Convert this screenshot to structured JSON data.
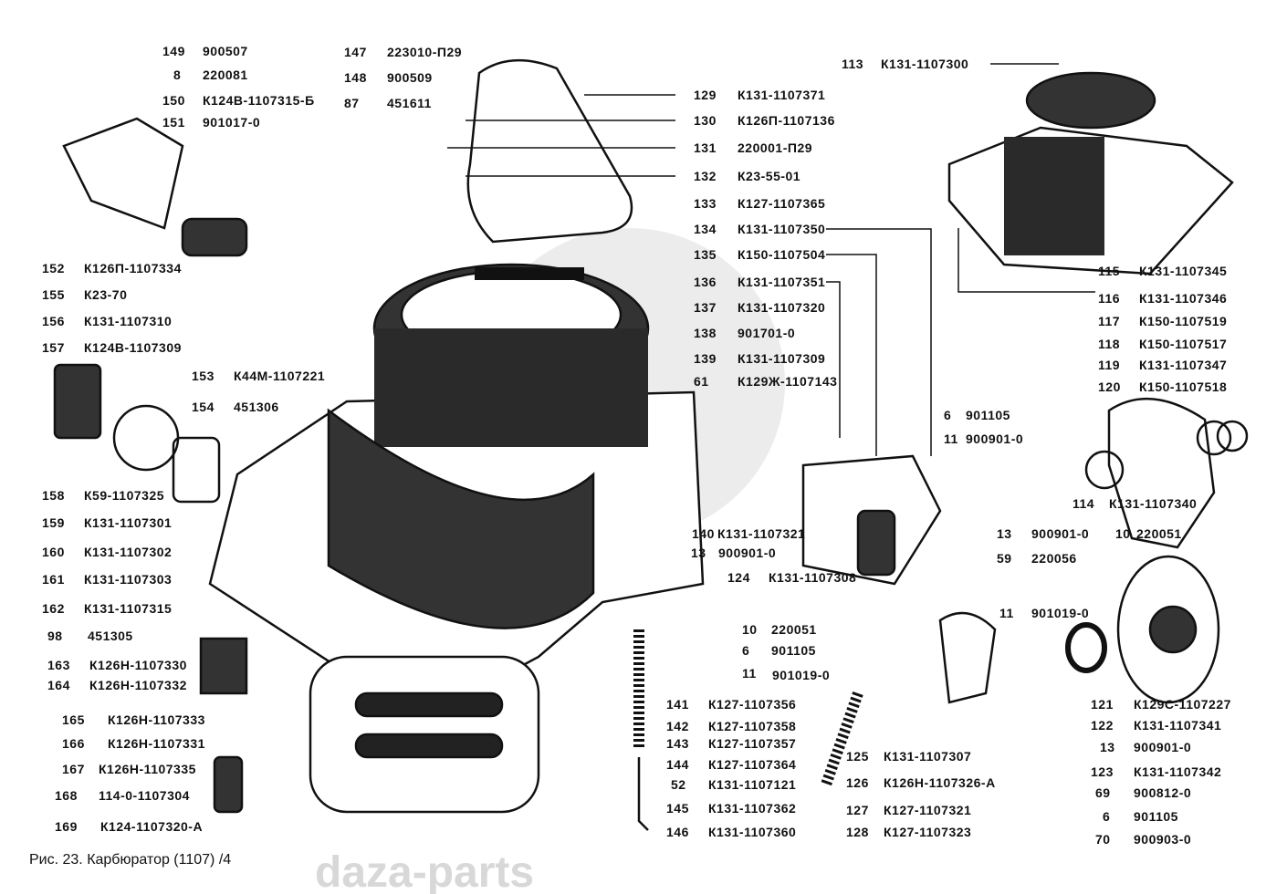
{
  "caption": "Рис. 23. Карбюратор (1107) /4",
  "labels": [
    {
      "num": "149",
      "code": "900507"
    },
    {
      "num": "8",
      "code": "220081"
    },
    {
      "num": "150",
      "code": "К124В-1107315-Б"
    },
    {
      "num": "151",
      "code": "901017-0"
    },
    {
      "num": "152",
      "code": "К126П-1107334"
    },
    {
      "num": "155",
      "code": "К23-70"
    },
    {
      "num": "156",
      "code": "К131-1107310"
    },
    {
      "num": "157",
      "code": "К124В-1107309"
    },
    {
      "num": "153",
      "code": "К44М-1107221"
    },
    {
      "num": "154",
      "code": "451306"
    },
    {
      "num": "158",
      "code": "К59-1107325"
    },
    {
      "num": "159",
      "code": "К131-1107301"
    },
    {
      "num": "160",
      "code": "К131-1107302"
    },
    {
      "num": "161",
      "code": "К131-1107303"
    },
    {
      "num": "162",
      "code": "К131-1107315"
    },
    {
      "num": "98",
      "code": "451305"
    },
    {
      "num": "163",
      "code": "К126Н-1107330"
    },
    {
      "num": "164",
      "code": "К126Н-1107332"
    },
    {
      "num": "165",
      "code": "К126Н-1107333"
    },
    {
      "num": "166",
      "code": "К126Н-1107331"
    },
    {
      "num": "167",
      "code": "К126Н-1107335"
    },
    {
      "num": "168",
      "code": "114-0-1107304"
    },
    {
      "num": "169",
      "code": "К124-1107320-А"
    },
    {
      "num": "147",
      "code": "223010-П29"
    },
    {
      "num": "148",
      "code": "900509"
    },
    {
      "num": "87",
      "code": "451611"
    },
    {
      "num": "129",
      "code": "К131-1107371"
    },
    {
      "num": "130",
      "code": "К126П-1107136"
    },
    {
      "num": "131",
      "code": "220001-П29"
    },
    {
      "num": "132",
      "code": "К23-55-01"
    },
    {
      "num": "133",
      "code": "К127-1107365"
    },
    {
      "num": "134",
      "code": "К131-1107350"
    },
    {
      "num": "135",
      "code": "К150-1107504"
    },
    {
      "num": "136",
      "code": "К131-1107351"
    },
    {
      "num": "137",
      "code": "К131-1107320"
    },
    {
      "num": "138",
      "code": "901701-0"
    },
    {
      "num": "139",
      "code": "К131-1107309"
    },
    {
      "num": "61",
      "code": "К129Ж-1107143"
    },
    {
      "num": "113",
      "code": "К131-1107300"
    },
    {
      "num": "115",
      "code": "К131-1107345"
    },
    {
      "num": "116",
      "code": "К131-1107346"
    },
    {
      "num": "117",
      "code": "К150-1107519"
    },
    {
      "num": "118",
      "code": "К150-1107517"
    },
    {
      "num": "119",
      "code": "К131-1107347"
    },
    {
      "num": "120",
      "code": "К150-1107518"
    },
    {
      "num": "6",
      "code": "901105"
    },
    {
      "num": "11",
      "code": "900901-0"
    },
    {
      "num": "114",
      "code": ""
    },
    {
      "num": "",
      "code": "К131-1107340"
    },
    {
      "num": "13",
      "code": "900901-0"
    },
    {
      "num": "10",
      "code": "220051"
    },
    {
      "num": "59",
      "code": "220056"
    },
    {
      "num": "140",
      "code": "К131-1107321"
    },
    {
      "num": "13",
      "code": "900901-0"
    },
    {
      "num": "124",
      "code": ""
    },
    {
      "num": "",
      "code": "К131-1107308"
    },
    {
      "num": "11",
      "code": ""
    },
    {
      "num": "",
      "code": "901019-0"
    },
    {
      "num": "10",
      "code": "220051"
    },
    {
      "num": "6",
      "code": "901105"
    },
    {
      "num": "11",
      "code": ""
    },
    {
      "num": "",
      "code": "901019-0"
    },
    {
      "num": "141",
      "code": "К127-1107356"
    },
    {
      "num": "142",
      "code": "К127-1107358"
    },
    {
      "num": "143",
      "code": "К127-1107357"
    },
    {
      "num": "144",
      "code": "К127-1107364"
    },
    {
      "num": "52",
      "code": "К131-1107121"
    },
    {
      "num": "145",
      "code": "К131-1107362"
    },
    {
      "num": "146",
      "code": "К131-1107360"
    },
    {
      "num": "125",
      "code": "К131-1107307"
    },
    {
      "num": "126",
      "code": "К126Н-1107326-А"
    },
    {
      "num": "127",
      "code": "К127-1107321"
    },
    {
      "num": "128",
      "code": "К127-1107323"
    },
    {
      "num": "121",
      "code": "К129С-1107227"
    },
    {
      "num": "122",
      "code": "К131-1107341"
    },
    {
      "num": "13",
      "code": "900901-0"
    },
    {
      "num": "123",
      "code": "К131-1107342"
    },
    {
      "num": "69",
      "code": "900812-0"
    },
    {
      "num": "6",
      "code": "901105"
    },
    {
      "num": "70",
      "code": "900903-0"
    }
  ]
}
